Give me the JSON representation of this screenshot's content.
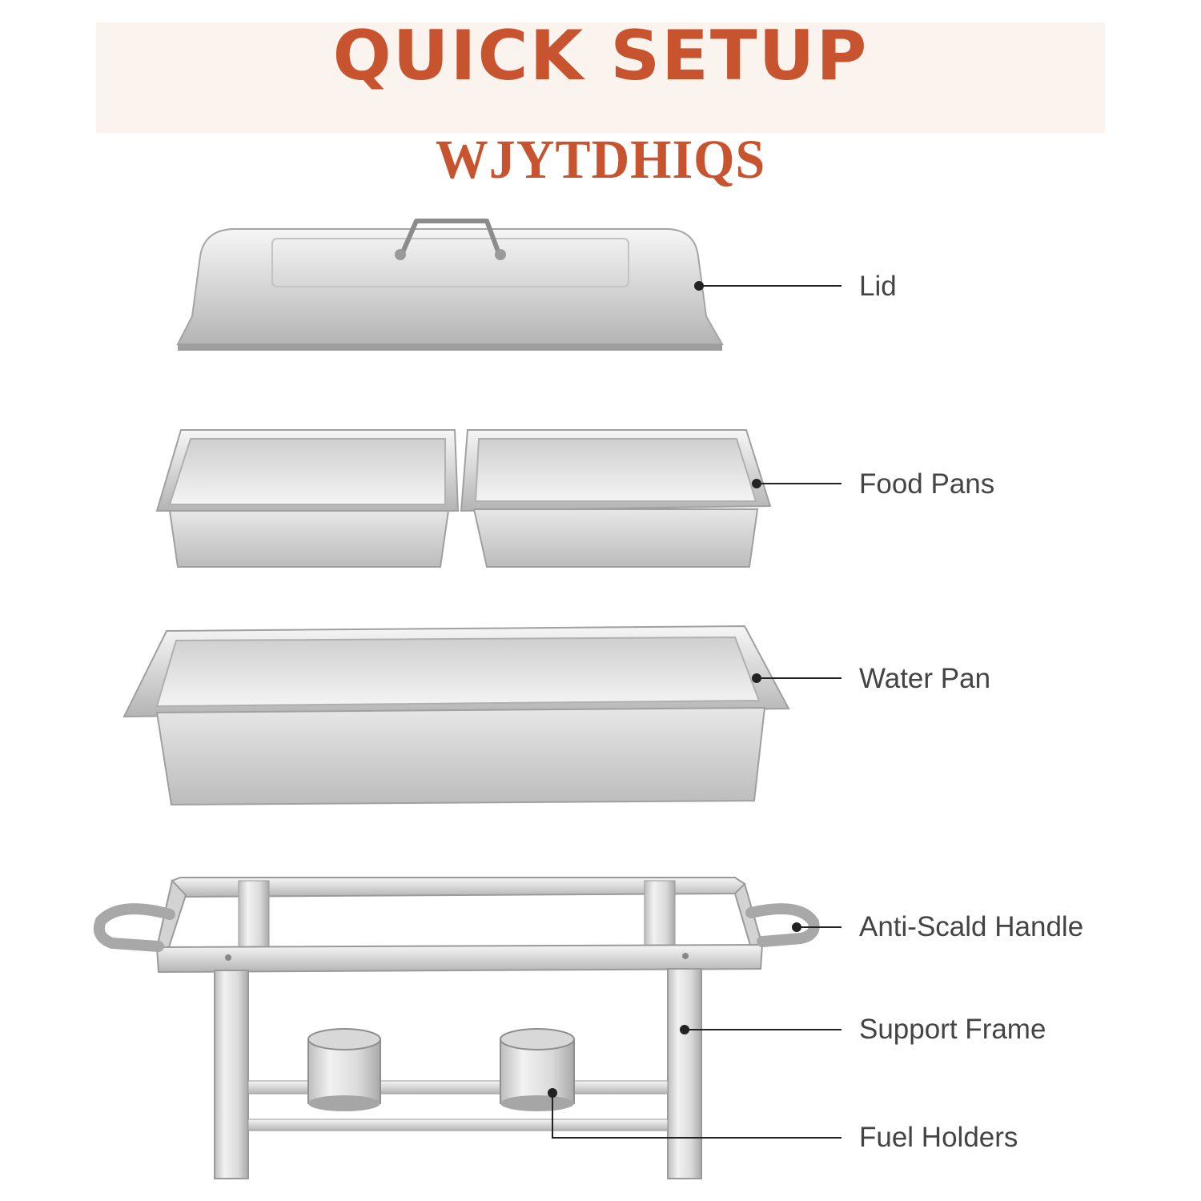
{
  "header": {
    "title": "QUICK SETUP",
    "brand": "WJYTDHIQS"
  },
  "colors": {
    "accent": "#c8532f",
    "banner_bg": "#fbf4ee",
    "label_text": "#444444",
    "steel_light": "#f2f2f2",
    "steel_mid": "#c9c9c9",
    "steel_dark": "#8f8f8f"
  },
  "callouts": [
    {
      "id": "lid",
      "label": "Lid"
    },
    {
      "id": "food-pans",
      "label": "Food Pans"
    },
    {
      "id": "water-pan",
      "label": "Water Pan"
    },
    {
      "id": "anti-scald-handle",
      "label": "Anti-Scald Handle"
    },
    {
      "id": "support-frame",
      "label": "Support Frame"
    },
    {
      "id": "fuel-holders",
      "label": "Fuel Holders"
    }
  ]
}
